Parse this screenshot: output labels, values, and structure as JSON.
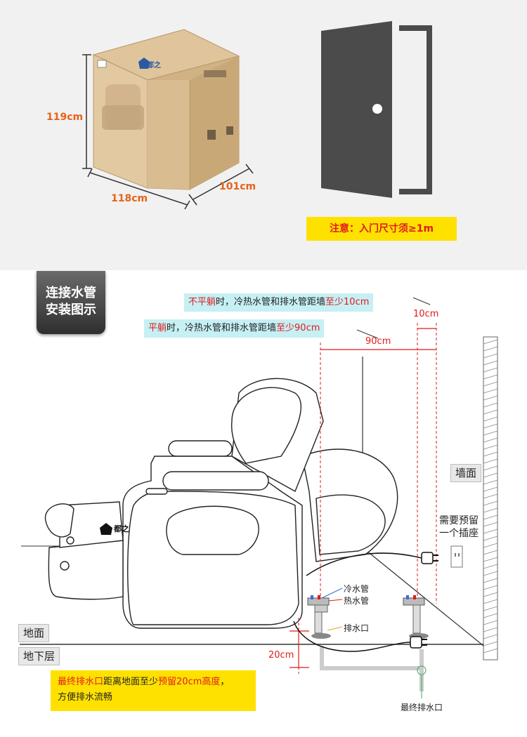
{
  "top": {
    "height_label": "119cm",
    "width_label": "118cm",
    "depth_label": "101cm",
    "notice": "注意：入门尺寸须≥1m",
    "brand_text": "都之"
  },
  "install": {
    "badge_line1": "连接水管",
    "badge_line2": "安装图示",
    "note1_part1": "不平躺",
    "note1_part2": "时，冷热水管和排水管距墙",
    "note1_part3": "至少10cm",
    "note2_part1": "平躺",
    "note2_part2": "时，冷热水管和排水管距墙",
    "note2_part3": "至少90cm",
    "dim_10": "10cm",
    "dim_90": "90cm",
    "dim_20": "20cm",
    "wall": "墙面",
    "socket_line1": "需要预留",
    "socket_line2": "一个插座",
    "cold_pipe": "冷水管",
    "hot_pipe": "热水管",
    "drain": "排水口",
    "ground": "地面",
    "basement": "地下层",
    "final_drain": "最终排水口",
    "bottom_note_part1": "最终排水口",
    "bottom_note_part2": "距离地面至少",
    "bottom_note_part3": "预留20cm高度",
    "bottom_note_part4": "，",
    "bottom_note_line2": "方便排水流畅",
    "chair_brand": "都之"
  }
}
